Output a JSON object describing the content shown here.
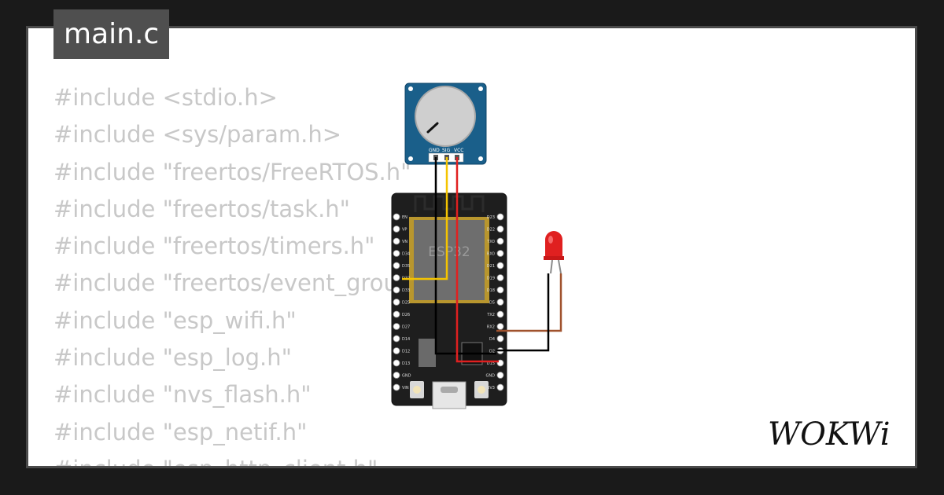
{
  "file_tab": {
    "label": "main.c"
  },
  "code_lines": [
    "#include <stdio.h>",
    "#include <sys/param.h>",
    "#include \"freertos/FreeRTOS.h\"",
    "#include \"freertos/task.h\"",
    "#include \"freertos/timers.h\"",
    "#include \"freertos/event_groups.h\"",
    "#include \"esp_wifi.h\"",
    "#include \"esp_log.h\"",
    "#include \"nvs_flash.h\"",
    "#include \"esp_netif.h\"",
    "#include \"esp_http_client.h\""
  ],
  "potentiometer": {
    "pins": [
      "GND",
      "SIG",
      "VCC"
    ],
    "color": "#1a5f8a"
  },
  "esp32": {
    "label": "ESP32",
    "left_pins": [
      "EN",
      "VP",
      "VN",
      "D34",
      "D35",
      "D32",
      "D33",
      "D25",
      "D26",
      "D27",
      "D14",
      "D12",
      "D13",
      "GND",
      "VIN"
    ],
    "right_pins": [
      "D23",
      "D22",
      "TX0",
      "RX0",
      "D21",
      "D19",
      "D18",
      "D5",
      "TX2",
      "RX2",
      "D4",
      "D2",
      "D15",
      "GND",
      "3V3"
    ]
  },
  "wires": {
    "gnd": "#000000",
    "sig": "#f5c400",
    "vcc": "#e02020",
    "led": "#a0522d"
  },
  "led": {
    "color": "#e02020"
  },
  "brand": {
    "logo": "WOKWi"
  }
}
